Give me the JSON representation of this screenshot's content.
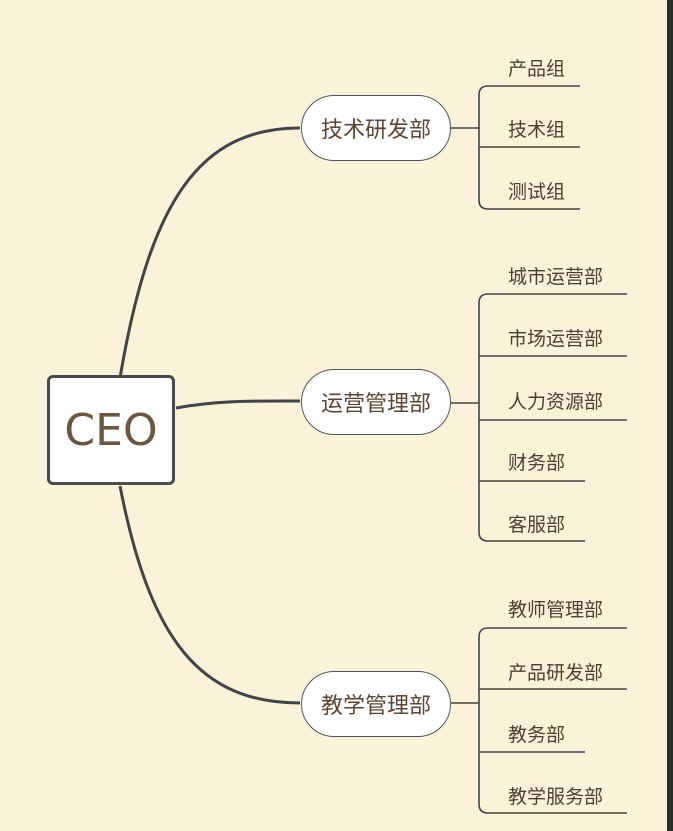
{
  "root": {
    "label": "CEO"
  },
  "departments": [
    {
      "label": "技术研发部",
      "children": [
        "产品组",
        "技术组",
        "测试组"
      ]
    },
    {
      "label": "运营管理部",
      "children": [
        "城市运营部",
        "市场运营部",
        "人力资源部",
        "财务部",
        "客服部"
      ]
    },
    {
      "label": "教学管理部",
      "children": [
        "教师管理部",
        "产品研发部",
        "教务部",
        "教学服务部"
      ]
    }
  ],
  "colors": {
    "background": "#fbf3d9",
    "line": "#444444",
    "text": "#5a4634"
  }
}
